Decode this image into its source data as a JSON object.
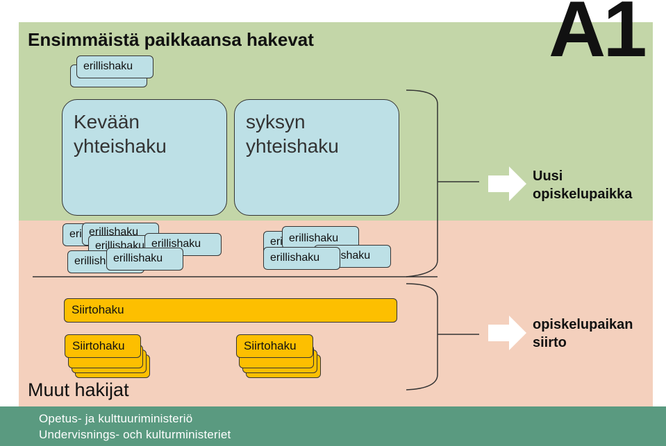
{
  "header": {
    "title": "Ensimmäistä paikkaansa hakevat",
    "badge": "A1"
  },
  "primary": {
    "spring_round": "Kevään\nyhteishaku",
    "autumn_round": "syksyn\nyhteishaku",
    "separate_label": "erillishaku",
    "result": "Uusi\nopiskelupaikka"
  },
  "transfer": {
    "label": "Siirtohaku",
    "result": "opiskelupaikan\nsiirto",
    "group_label": "Muut hakijat"
  },
  "footer": {
    "line1": "Opetus- ja kulttuuriministeriö",
    "line2": "Undervisnings- och kulturministeriet"
  },
  "colors": {
    "top_band": "#c3d6a8",
    "bottom_band": "#f4d0bd",
    "box_fill": "#bde0e6",
    "transfer_fill": "#fdbf00",
    "footer": "#5a9a80"
  }
}
